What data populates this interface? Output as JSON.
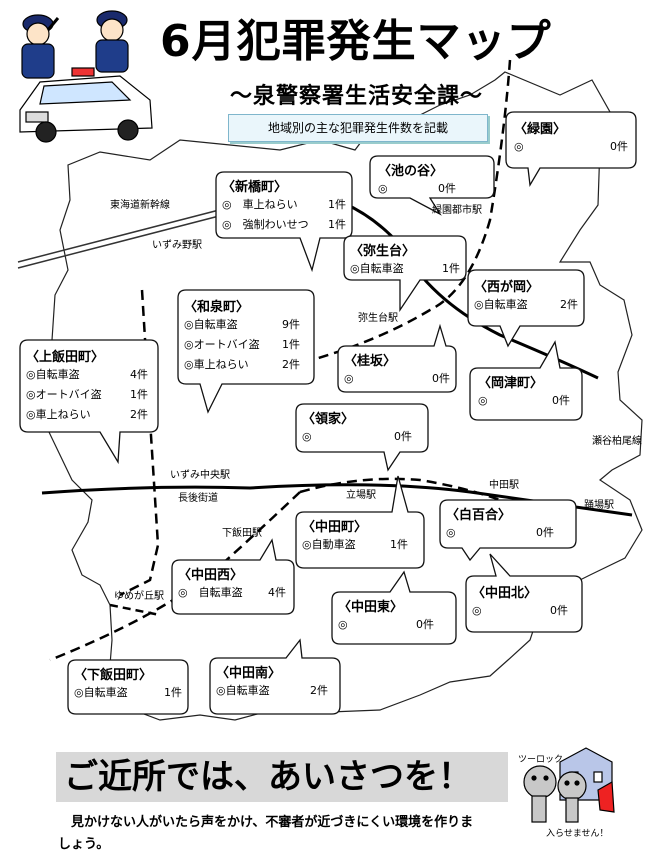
{
  "header": {
    "title": "6月犯罪発生マップ",
    "subtitle": "～泉警察署生活安全課～",
    "note": "地域別の主な犯罪発生件数を記載"
  },
  "stations": {
    "tokaido": "東海道新幹線",
    "izumino": "いずみ野駅",
    "ryokuen": "緑園都市駅",
    "yayoidai": "弥生台駅",
    "segaya": "瀬谷柏尾線",
    "izumichuo": "いずみ中央駅",
    "nagago": "長後街道",
    "tateba": "立場駅",
    "nakata": "中田駅",
    "odoriba": "踊場駅",
    "shimoiida": "下飯田駅",
    "yumegaoka": "ゆめが丘駅"
  },
  "areas": [
    {
      "name": "〈緑園〉",
      "items": [
        {
          "crime": "◎",
          "count": "0件"
        }
      ]
    },
    {
      "name": "〈池の谷〉",
      "items": [
        {
          "crime": "◎",
          "count": "0件"
        }
      ]
    },
    {
      "name": "〈新橋町〉",
      "items": [
        {
          "crime": "◎　車上ねらい",
          "count": "1件"
        },
        {
          "crime": "◎　強制わいせつ",
          "count": "1件"
        }
      ]
    },
    {
      "name": "〈弥生台〉",
      "items": [
        {
          "crime": "◎自転車盗",
          "count": "1件"
        }
      ]
    },
    {
      "name": "〈西が岡〉",
      "items": [
        {
          "crime": "◎自転車盗",
          "count": "2件"
        }
      ]
    },
    {
      "name": "〈和泉町〉",
      "items": [
        {
          "crime": "◎自転車盗",
          "count": "9件"
        },
        {
          "crime": "◎オートバイ盗",
          "count": "1件"
        },
        {
          "crime": "◎車上ねらい",
          "count": "2件"
        }
      ]
    },
    {
      "name": "〈上飯田町〉",
      "items": [
        {
          "crime": "◎自転車盗",
          "count": "4件"
        },
        {
          "crime": "◎オートバイ盗",
          "count": "1件"
        },
        {
          "crime": "◎車上ねらい",
          "count": "2件"
        }
      ]
    },
    {
      "name": "〈桂坂〉",
      "items": [
        {
          "crime": "◎",
          "count": "0件"
        }
      ]
    },
    {
      "name": "〈岡津町〉",
      "items": [
        {
          "crime": "◎",
          "count": "0件"
        }
      ]
    },
    {
      "name": "〈領家〉",
      "items": [
        {
          "crime": "◎",
          "count": "0件"
        }
      ]
    },
    {
      "name": "〈白百合〉",
      "items": [
        {
          "crime": "◎",
          "count": "0件"
        }
      ]
    },
    {
      "name": "〈中田町〉",
      "items": [
        {
          "crime": "◎自動車盗",
          "count": "1件"
        }
      ]
    },
    {
      "name": "〈中田西〉",
      "items": [
        {
          "crime": "◎　自転車盗",
          "count": "4件"
        }
      ]
    },
    {
      "name": "〈中田東〉",
      "items": [
        {
          "crime": "◎",
          "count": "0件"
        }
      ]
    },
    {
      "name": "〈中田北〉",
      "items": [
        {
          "crime": "◎",
          "count": "0件"
        }
      ]
    },
    {
      "name": "〈下飯田町〉",
      "items": [
        {
          "crime": "◎自転車盗",
          "count": "1件"
        }
      ]
    },
    {
      "name": "〈中田南〉",
      "items": [
        {
          "crime": "◎自転車盗",
          "count": "2件"
        }
      ]
    }
  ],
  "footer": {
    "slogan": "ご近所では、あいさつを！",
    "message": "　見かけない人がいたら声をかけ、不審者が近づきにくい環境を作りましょう。",
    "mascot_top": "ツーロック",
    "mascot_bottom": "入らせません！"
  },
  "colors": {
    "note_bg": "#eaf6fb",
    "slogan_bg": "#d8d8d8"
  }
}
